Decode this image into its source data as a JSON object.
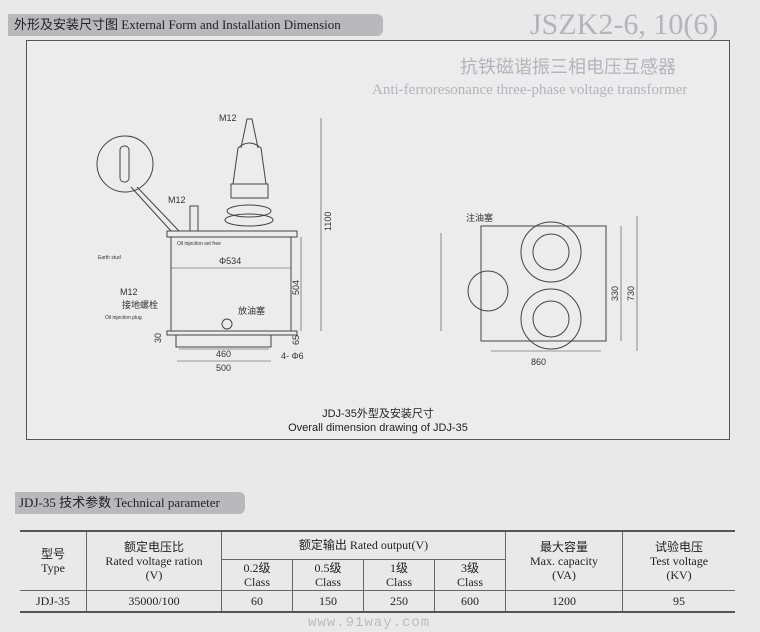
{
  "background": {
    "model": "JSZK2-6, 10(6)",
    "title_cn": "抗铁磁谐振三相电压互感器",
    "title_en": "Anti-ferroresonance three-phase voltage transformer"
  },
  "section1": {
    "title": "外形及安装尺寸图 External Form and Installation Dimension"
  },
  "drawing": {
    "labels": {
      "m12_top": "M12",
      "m12_mid": "M12",
      "m12_low": "M12",
      "oil_set": "Oil injection set free",
      "earth": "Earth stud",
      "earth_cn": "接地螺栓",
      "oil_plug": "Oil injection plug",
      "drain_cn": "放油塞",
      "fill_cn": "注油塞"
    },
    "dims": {
      "d534": "Φ534",
      "h1100": "1100",
      "h504": "504",
      "h65": "65",
      "h30": "30",
      "w460": "460",
      "w500": "500",
      "holes": "4- Φ6",
      "h330": "330",
      "h730": "730",
      "w860": "860"
    },
    "caption_cn": "JDJ-35外型及安装尺寸",
    "caption_en": "Overall dimension drawing of JDJ-35"
  },
  "section2": {
    "title": "JDJ-35 技术参数 Technical parameter"
  },
  "table": {
    "type_cn": "型号",
    "type_en": "Type",
    "ratio_cn": "额定电压比",
    "ratio_en": "Rated voltage ration",
    "ratio_unit": "(V)",
    "output": "额定输出 Rated output(V)",
    "classes": [
      {
        "cn": "0.2级",
        "en": "Class"
      },
      {
        "cn": "0.5级",
        "en": "Class"
      },
      {
        "cn": "1级",
        "en": "Class"
      },
      {
        "cn": "3级",
        "en": "Class"
      }
    ],
    "cap_cn": "最大容量",
    "cap_en": "Max. capacity",
    "cap_unit": "(VA)",
    "test_cn": "试验电压",
    "test_en": "Test voltage",
    "test_unit": "(KV)",
    "row": {
      "type": "JDJ-35",
      "ratio": "35000/100",
      "c02": "60",
      "c05": "150",
      "c1": "250",
      "c3": "600",
      "cap": "1200",
      "test": "95"
    }
  },
  "watermark": "www.91way.com"
}
